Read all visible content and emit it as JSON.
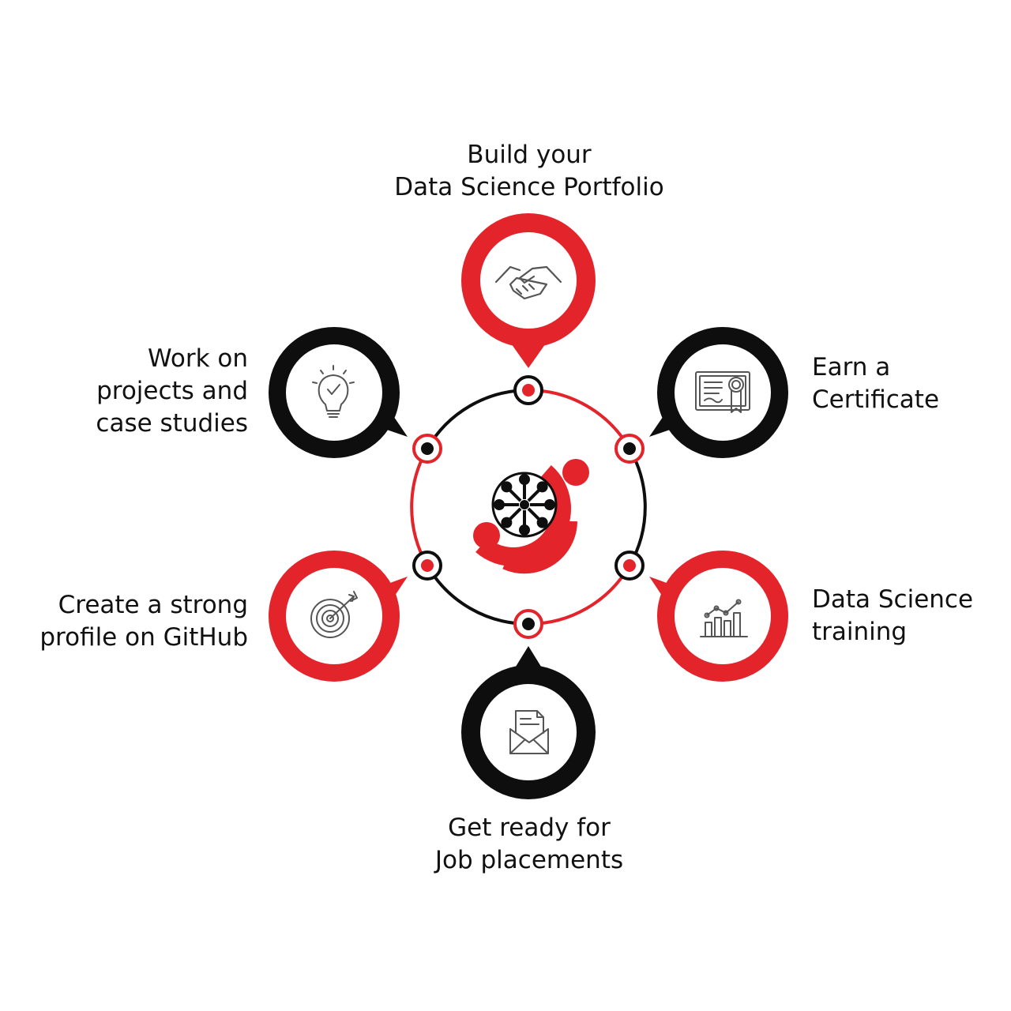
{
  "colors": {
    "red": "#e3242b",
    "black": "#0e0e0e",
    "icon_stroke": "#555555"
  },
  "steps": [
    {
      "id": "portfolio",
      "lines": [
        "Build your",
        "Data Science Portfolio"
      ],
      "icon": "handshake-icon",
      "ring_color": "red"
    },
    {
      "id": "certificate",
      "lines": [
        "Earn a",
        "Certificate"
      ],
      "icon": "certificate-icon",
      "ring_color": "black"
    },
    {
      "id": "training",
      "lines": [
        "Data Science",
        "training"
      ],
      "icon": "bar-chart-icon",
      "ring_color": "red"
    },
    {
      "id": "placements",
      "lines": [
        "Get ready for",
        "Job placements"
      ],
      "icon": "envelope-letter-icon",
      "ring_color": "black"
    },
    {
      "id": "github",
      "lines": [
        "Create a strong",
        "profile on GitHub"
      ],
      "icon": "target-icon",
      "ring_color": "red"
    },
    {
      "id": "projects",
      "lines": [
        "Work on",
        "projects and",
        "case studies"
      ],
      "icon": "lightbulb-icon",
      "ring_color": "black"
    }
  ],
  "center_logo": "people-circle-logo"
}
